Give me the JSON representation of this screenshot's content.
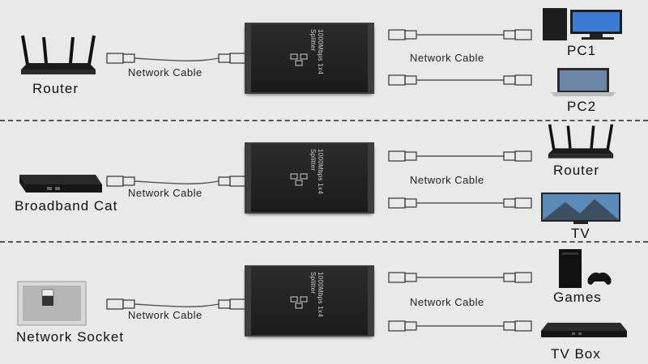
{
  "cable_label": "Network Cable",
  "splitter_print": "1000Mbps 1x4 Splitter",
  "sections": [
    {
      "source": "Router",
      "outputs": [
        "PC1",
        "PC2"
      ]
    },
    {
      "source": "Broadband Cat",
      "outputs": [
        "Router",
        "TV"
      ]
    },
    {
      "source": "Network Socket",
      "outputs": [
        "Games",
        "TV Box"
      ]
    }
  ],
  "icons": [
    "router-icon",
    "modem-icon",
    "wall-socket-icon",
    "desktop-pc-icon",
    "laptop-icon",
    "tv-icon",
    "game-console-icon",
    "tv-box-icon"
  ]
}
